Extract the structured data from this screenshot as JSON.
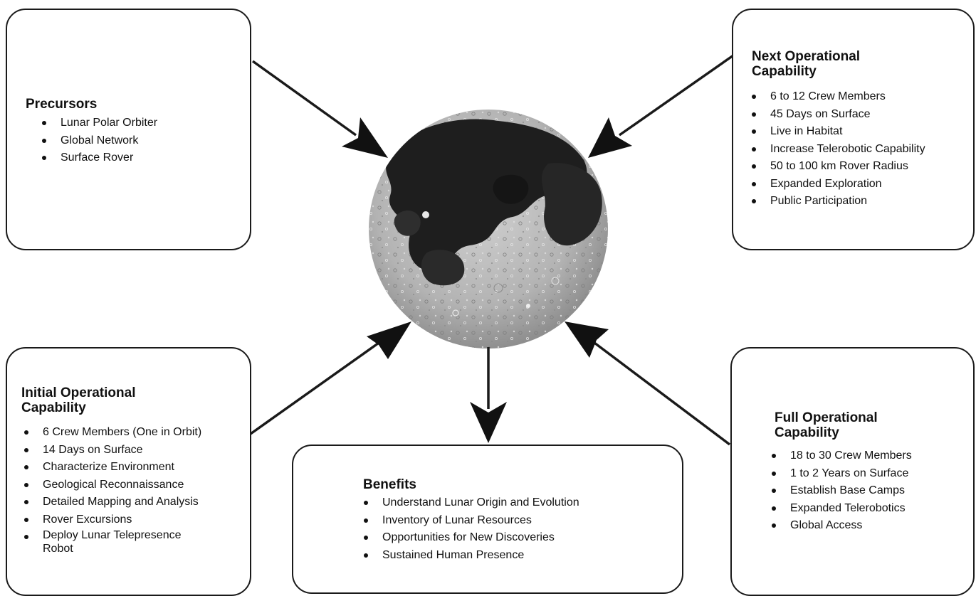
{
  "precursors": {
    "title_lines": [
      "Precursors"
    ],
    "items": [
      "Lunar Polar Orbiter",
      "Global Network",
      "Surface Rover"
    ]
  },
  "next_operational": {
    "title_lines": [
      "Next Operational",
      "Capability"
    ],
    "items": [
      "6 to 12 Crew Members",
      "45 Days on Surface",
      "Live in Habitat",
      "Increase Telerobotic Capability",
      "50 to 100 km Rover Radius",
      "Expanded Exploration",
      "Public Participation"
    ]
  },
  "initial_operational": {
    "title_lines": [
      "Initial Operational",
      "Capability"
    ],
    "items": [
      "6 Crew Members (One in Orbit)",
      "14 Days on Surface",
      "Characterize Environment",
      "Geological Reconnaissance",
      "Detailed Mapping and Analysis",
      "Rover Excursions"
    ],
    "last_item_lines": [
      "Deploy Lunar Telepresence",
      "Robot"
    ]
  },
  "benefits": {
    "title_lines": [
      "Benefits"
    ],
    "items": [
      "Understand Lunar Origin and Evolution",
      "Inventory of Lunar Resources",
      "Opportunities for New Discoveries",
      "Sustained Human Presence"
    ]
  },
  "full_operational": {
    "title_lines": [
      "Full Operational",
      "Capability"
    ],
    "items": [
      "18 to 30 Crew Members",
      "1 to 2 Years on Surface",
      "Establish Base Camps",
      "Expanded Telerobotics",
      "Global Access"
    ]
  },
  "colors": {
    "stroke": "#1a1a1a",
    "moon_highland": "#b9b9b9",
    "moon_mare": "#1e1e1e"
  },
  "icons": {
    "center": "moon-icon"
  }
}
